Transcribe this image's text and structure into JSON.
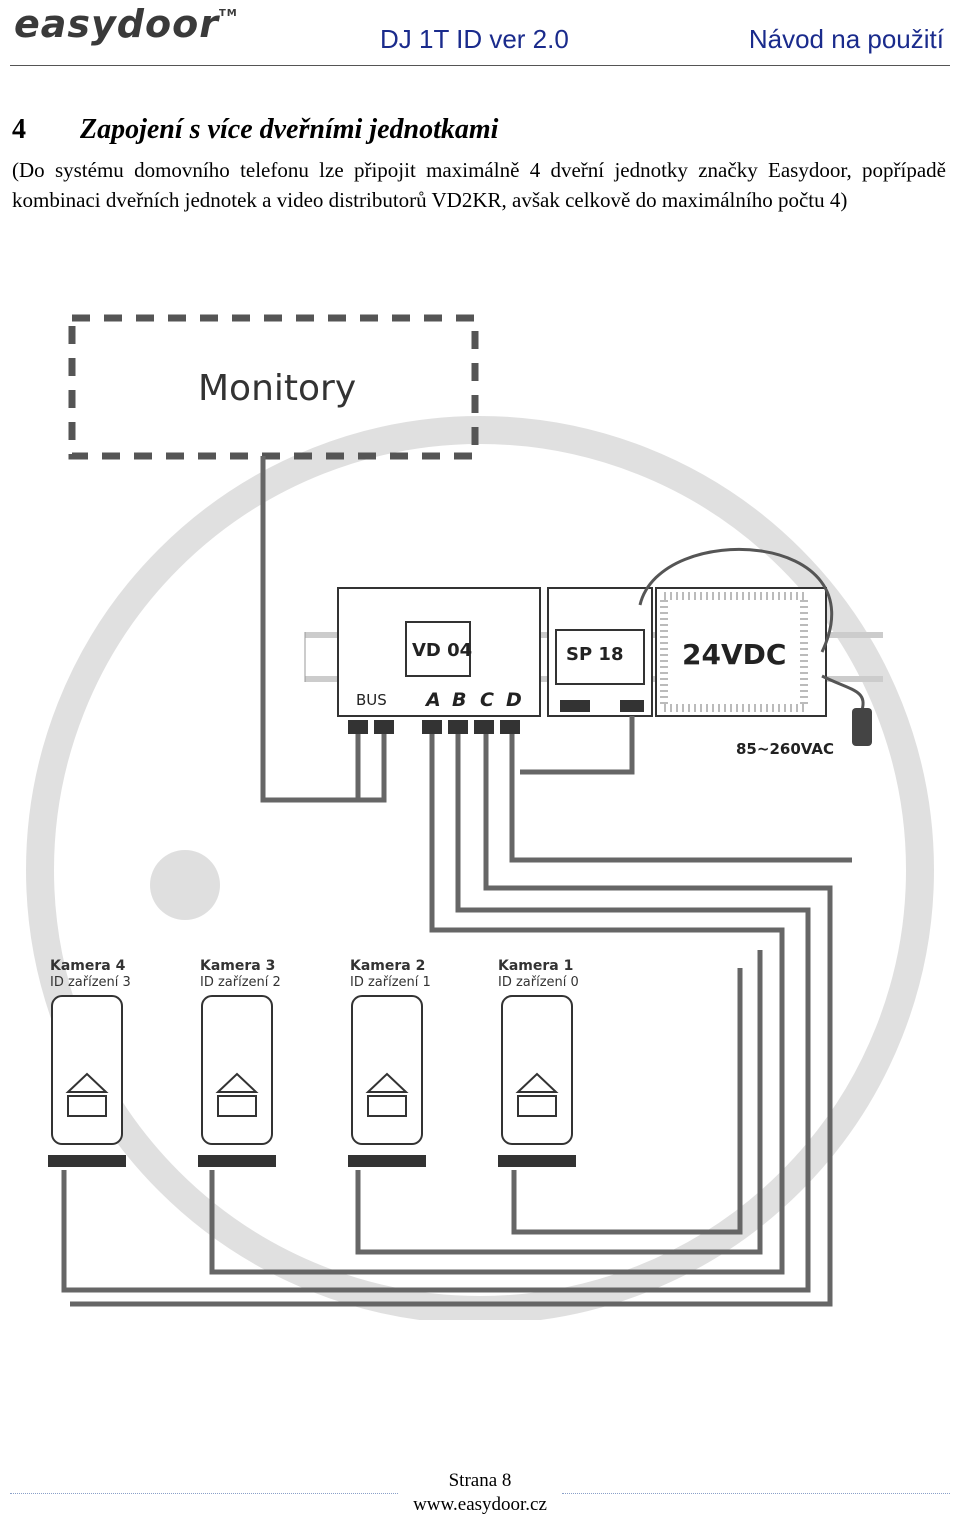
{
  "header": {
    "logo": "easydoor",
    "logo_tm": "TM",
    "product": "DJ 1T ID ver 2.0",
    "doc_type": "Návod na použití"
  },
  "section": {
    "number": "4",
    "title": "Zapojení s více dveřními jednotkami",
    "paragraph": "(Do systému domovního telefonu lze připojit maximálně 4 dveřní jednotky značky Easydoor, popřípadě kombinaci dveřních jednotek a video distributorů VD2KR, avšak celkově do maximálního počtu 4)"
  },
  "diagram": {
    "monitors_label": "Monitory",
    "vd04_label": "VD 04",
    "bus_label": "BUS",
    "ports": [
      "A",
      "B",
      "C",
      "D"
    ],
    "sp18_label": "SP 18",
    "psu_label": "24VDC",
    "mains_label": "85~260VAC",
    "cameras": [
      {
        "name": "Kamera 4",
        "id": "ID zařízení 3"
      },
      {
        "name": "Kamera 3",
        "id": "ID zařízení 2"
      },
      {
        "name": "Kamera 2",
        "id": "ID zařízení 1"
      },
      {
        "name": "Kamera 1",
        "id": "ID zařízení 0"
      }
    ],
    "wire_color": "#666666"
  },
  "footer": {
    "page": "Strana 8",
    "url": "www.easydoor.cz"
  }
}
